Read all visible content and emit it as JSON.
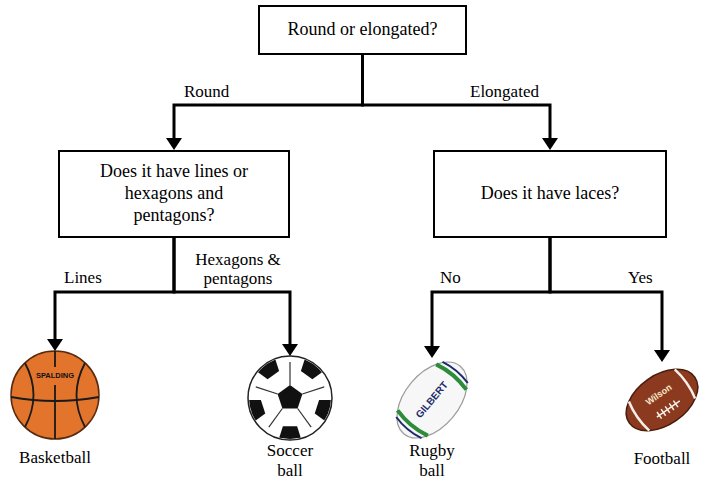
{
  "diagram": {
    "nodes": [
      {
        "text": [
          "Round or elongated?"
        ]
      },
      {
        "text": [
          "Does it have lines or hexagons and pentagons?"
        ]
      },
      {
        "text": [
          "Does it have laces?"
        ]
      },
      {
        "text": [
          "Basketball"
        ]
      },
      {
        "text": [
          "Soccer ball"
        ]
      },
      {
        "text": [
          "Rugby ball"
        ]
      },
      {
        "text": [
          "Football"
        ]
      }
    ],
    "edges": [
      {
        "from": 0,
        "to": 1,
        "arrow": "to",
        "label": "Round"
      },
      {
        "from": 0,
        "to": 2,
        "arrow": "to",
        "label": "Elongated"
      },
      {
        "from": 1,
        "to": 3,
        "arrow": "to",
        "label": "Lines"
      },
      {
        "from": 1,
        "to": 4,
        "arrow": "to",
        "label": "Hexagons & pentagons"
      },
      {
        "from": 2,
        "to": 5,
        "arrow": "to",
        "label": "No"
      },
      {
        "from": 2,
        "to": 6,
        "arrow": "to",
        "label": "Yes"
      }
    ],
    "labels": [
      "SPALDING",
      "GILBERT",
      "Wilson"
    ]
  }
}
